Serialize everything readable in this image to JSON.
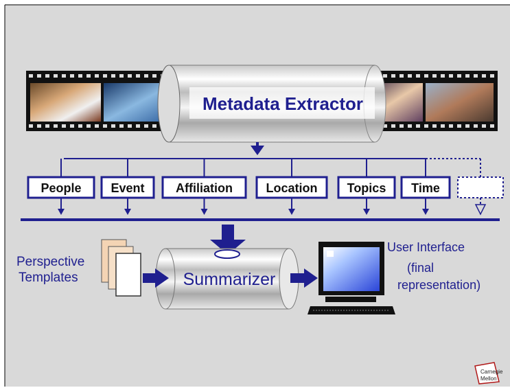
{
  "extractor": {
    "label": "Metadata Extractor"
  },
  "categories": [
    {
      "label": "People"
    },
    {
      "label": "Event"
    },
    {
      "label": "Affiliation"
    },
    {
      "label": "Location"
    },
    {
      "label": "Topics"
    },
    {
      "label": "Time"
    },
    {
      "label": ""
    }
  ],
  "templates": {
    "line1": "Perspective",
    "line2": "Templates"
  },
  "summarizer": {
    "label": "Summarizer"
  },
  "user_interface": {
    "line1": "User Interface",
    "line2": "(final",
    "line3": "representation)"
  },
  "logo": {
    "line1": "Carnegie",
    "line2": "Mellon"
  },
  "colors": {
    "background": "#d9d9d9",
    "accent": "#1f1f8f",
    "box_fill": "#ffffff",
    "film": "#111111"
  }
}
